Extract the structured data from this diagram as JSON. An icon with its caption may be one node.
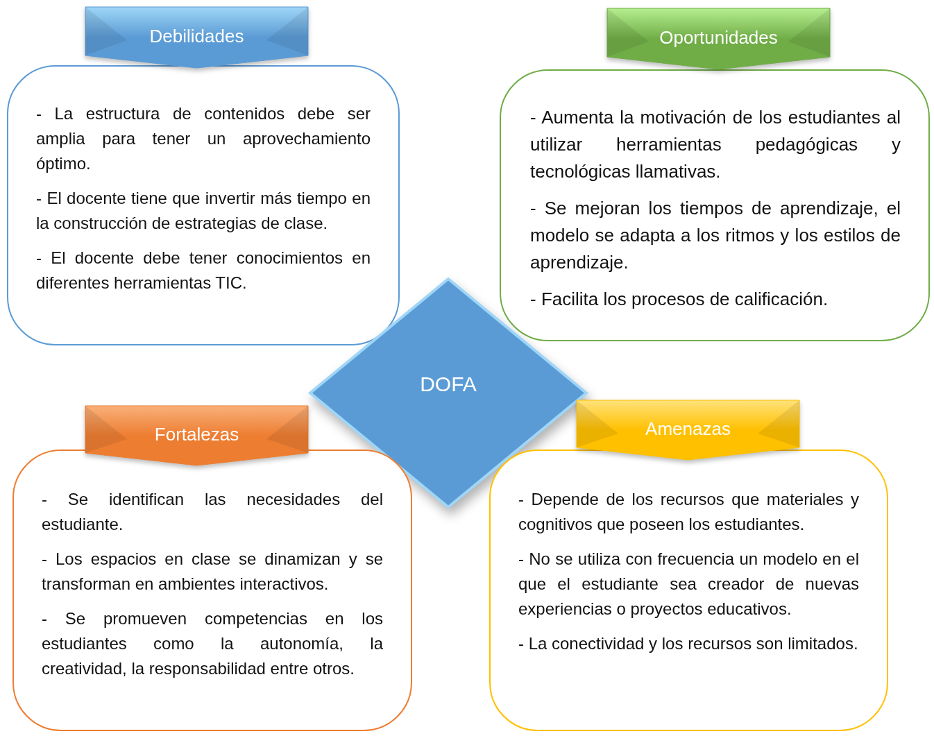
{
  "diagram": {
    "nodes": [
      {
        "text": [
          "Debilidades"
        ]
      },
      {
        "text": [
          "Oportunidades"
        ]
      },
      {
        "text": [
          "- La estructura de contenidos debe ser amplia para tener un aprovechamiento óptimo.",
          "- El docente tiene que invertir más tiempo en la construcción de estrategias de clase.",
          "- El docente debe tener conocimientos en diferentes herramientas TIC."
        ]
      },
      {
        "text": [
          "- Aumenta la motivación de los estudiantes al utilizar herramientas pedagógicas y tecnológicas llamativas.",
          "- Se mejoran los tiempos de aprendizaje, el modelo se adapta a los ritmos y los estilos de aprendizaje.",
          "- Facilita los procesos de calificación."
        ]
      },
      {
        "text": [
          "DOFA"
        ]
      },
      {
        "text": [
          "Fortalezas"
        ]
      },
      {
        "text": [
          "Amenazas"
        ]
      },
      {
        "text": [
          "- Se identifican las necesidades del estudiante.",
          "- Los espacios en clase se dinamizan y se transforman en ambientes interactivos.",
          "- Se promueven competencias en los estudiantes como la autonomía, la creatividad, la responsabilidad entre otros."
        ]
      },
      {
        "text": [
          "- Depende de los recursos que materiales y cognitivos que poseen los estudiantes.",
          "- No se utiliza con frecuencia un modelo en el que el estudiante sea creador de nuevas experiencias o proyectos educativos.",
          "- La conectividad y los recursos son limitados."
        ]
      }
    ]
  }
}
